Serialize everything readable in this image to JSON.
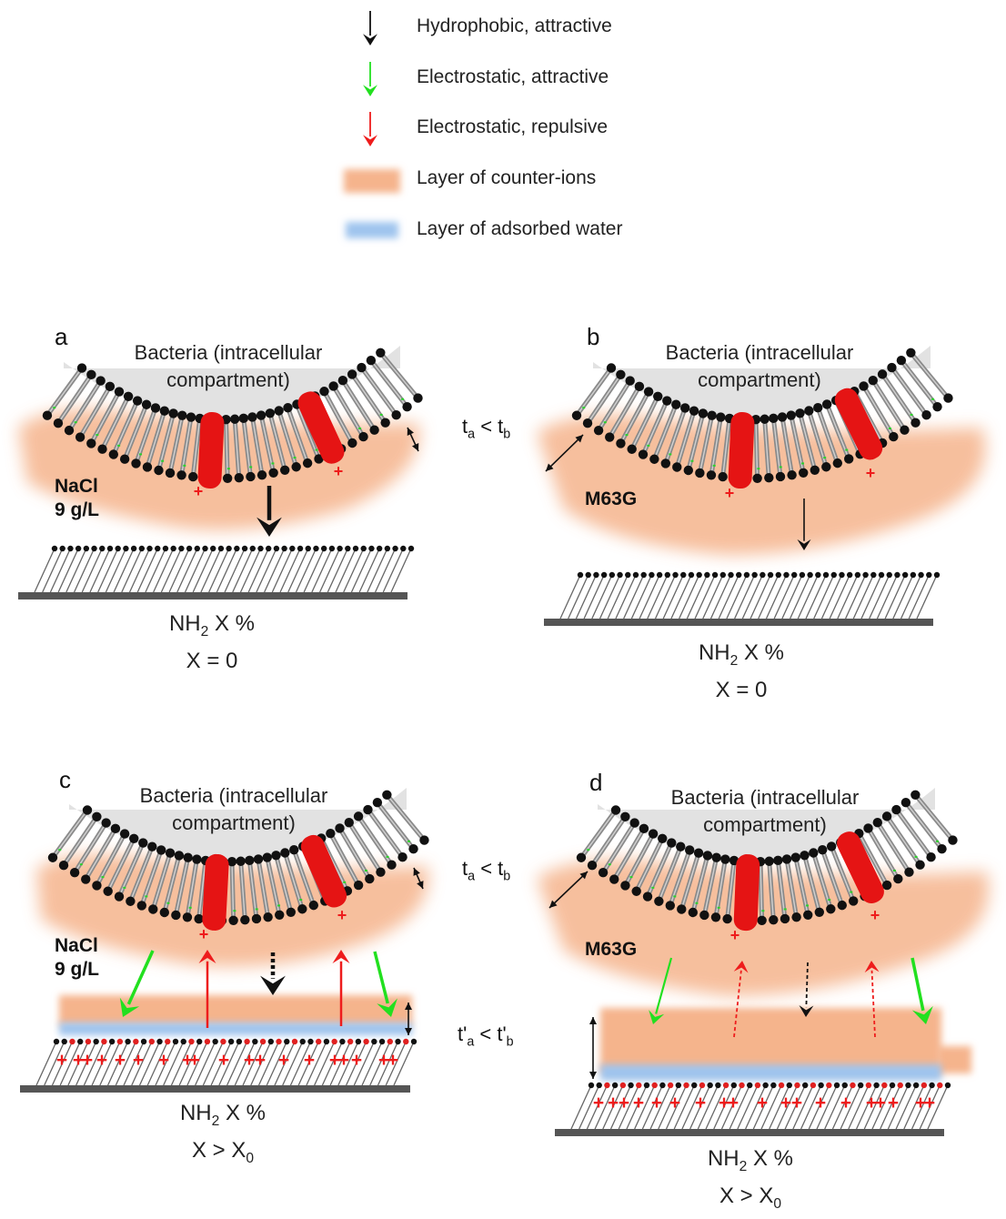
{
  "legend": [
    {
      "type": "arrow",
      "color": "#111111",
      "text": "Hydrophobic, attractive"
    },
    {
      "type": "arrow",
      "color": "#22e01f",
      "text": "Electrostatic, attractive"
    },
    {
      "type": "arrow",
      "color": "#ee1c1c",
      "text": "Electrostatic, repulsive"
    },
    {
      "type": "band",
      "color": "#f5b48c",
      "text": "Layer of counter-ions"
    },
    {
      "type": "band",
      "color": "#9fc4ee",
      "text": "Layer of adsorbed water"
    }
  ],
  "panels": {
    "a": {
      "letter": "a",
      "bacteria_line1": "Bacteria (intracellular",
      "bacteria_line2": "compartment)",
      "medium_line1": "NaCl",
      "medium_line2": "9 g/L",
      "surface_line1_main": "NH",
      "surface_line1_sub": "2",
      "surface_line1_rest": " X %",
      "surface_line2_main": "X = 0",
      "surface_line2_sub": ""
    },
    "b": {
      "letter": "b",
      "bacteria_line1": "Bacteria (intracellular",
      "bacteria_line2": "compartment)",
      "medium_line1": "M63G",
      "medium_line2": "",
      "surface_line1_main": "NH",
      "surface_line1_sub": "2",
      "surface_line1_rest": " X %",
      "surface_line2_main": "X = 0",
      "surface_line2_sub": ""
    },
    "c": {
      "letter": "c",
      "bacteria_line1": "Bacteria (intracellular",
      "bacteria_line2": "compartment)",
      "medium_line1": "NaCl",
      "medium_line2": "9 g/L",
      "surface_line1_main": "NH",
      "surface_line1_sub": "2",
      "surface_line1_rest": " X %",
      "surface_line2_main": "X > X",
      "surface_line2_sub": "0"
    },
    "d": {
      "letter": "d",
      "bacteria_line1": "Bacteria (intracellular",
      "bacteria_line2": "compartment)",
      "medium_line1": "M63G",
      "medium_line2": "",
      "surface_line1_main": "NH",
      "surface_line1_sub": "2",
      "surface_line1_rest": " X %",
      "surface_line2_main": "X > X",
      "surface_line2_sub": "0"
    }
  },
  "thickness_relations": {
    "top": {
      "t1": "t",
      "s1": "a",
      "op": " < ",
      "t2": "t",
      "s2": "b"
    },
    "bottom_cell": {
      "t1": "t",
      "s1": "a",
      "op": " < ",
      "t2": "t",
      "s2": "b"
    },
    "bottom_surface": {
      "t1": "t'",
      "s1": "a",
      "op": " < ",
      "t2": "t'",
      "s2": "b"
    }
  },
  "symbols": {
    "plus": "+"
  },
  "colors": {
    "hydrophobic": "#111111",
    "attractive": "#22e01f",
    "repulsive": "#ee1c1c",
    "counter_ions": "#f5b48c",
    "water": "#9fc4ee",
    "cell_interior": "#e2e2e2",
    "protein": "#e51414",
    "lipid_head": "#111111",
    "surface_base": "#555555"
  }
}
